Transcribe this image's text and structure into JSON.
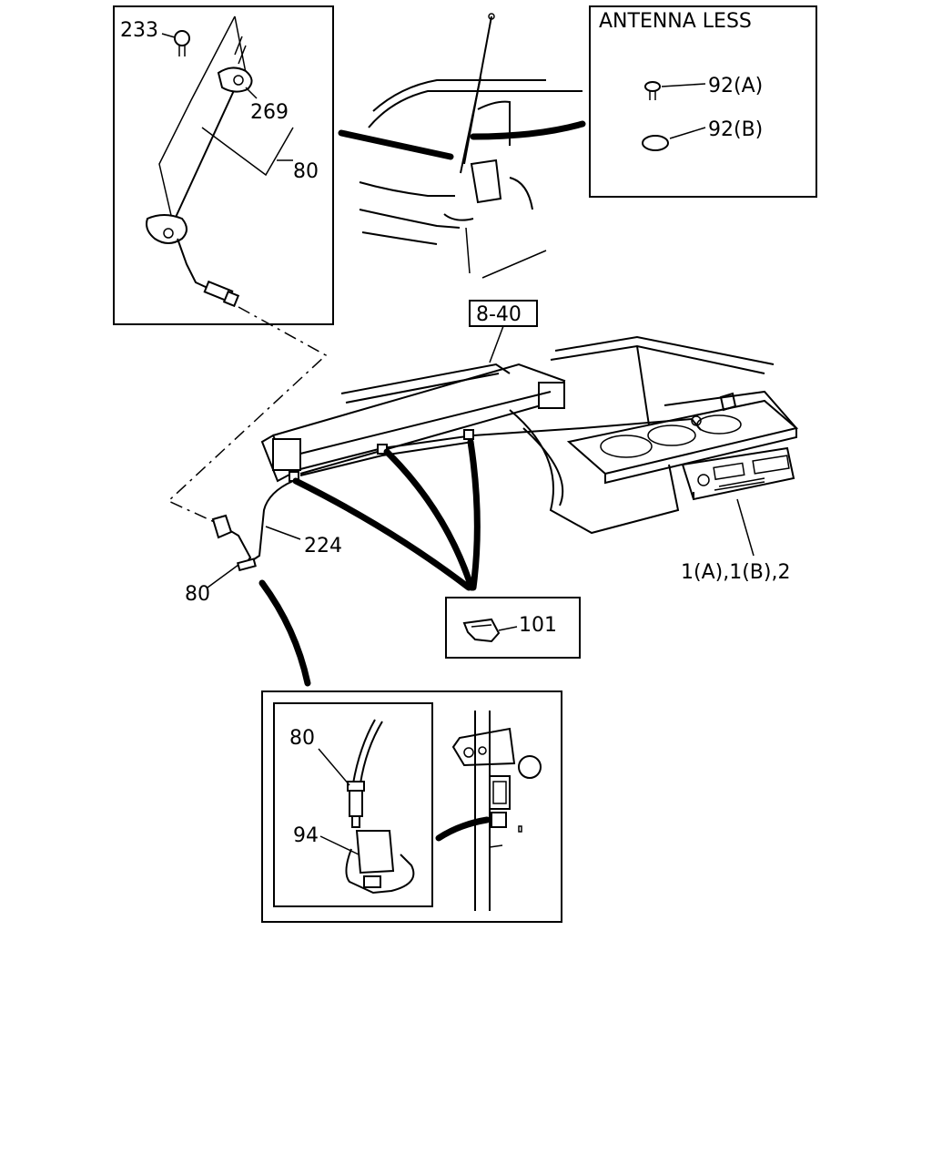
{
  "labels": {
    "p233": "233",
    "p269": "269",
    "p80_top": "80",
    "p8_40": "8-40",
    "antenna_less_title": "ANTENNA LESS",
    "p92a": "92(A)",
    "p92b": "92(B)",
    "p224": "224",
    "p80_mid": "80",
    "p1a1b2": "1(A),1(B),2",
    "p101": "101",
    "p80_inset": "80",
    "p94": "94"
  }
}
